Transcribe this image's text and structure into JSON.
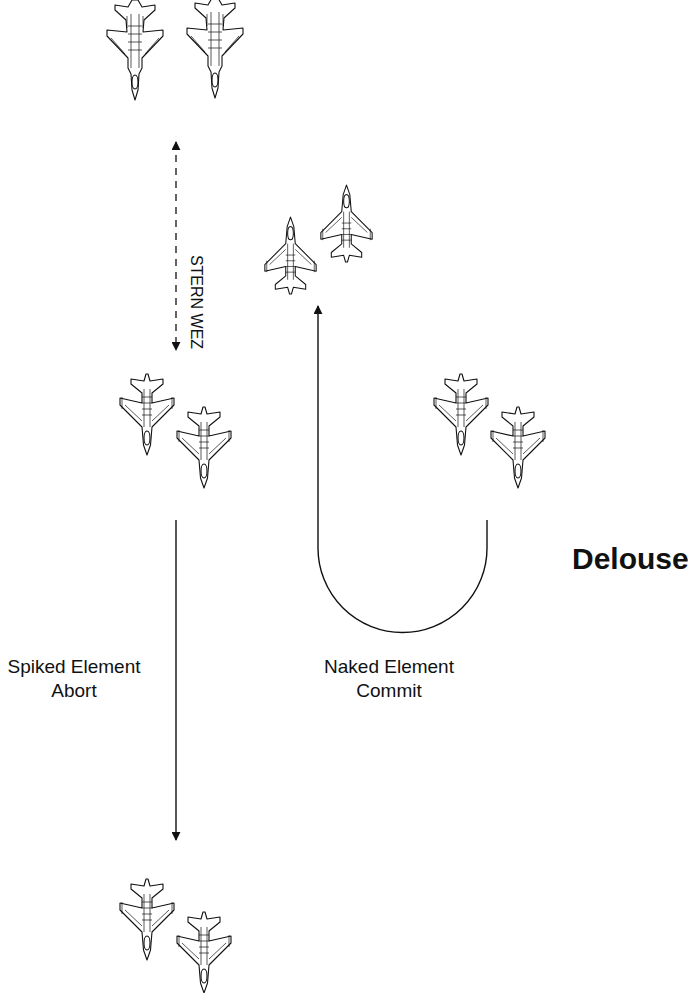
{
  "diagram": {
    "labels": [
      "STERN WEZ",
      "Delouse",
      "Spiked Element Abort",
      "Naked Element Commit"
    ]
  }
}
